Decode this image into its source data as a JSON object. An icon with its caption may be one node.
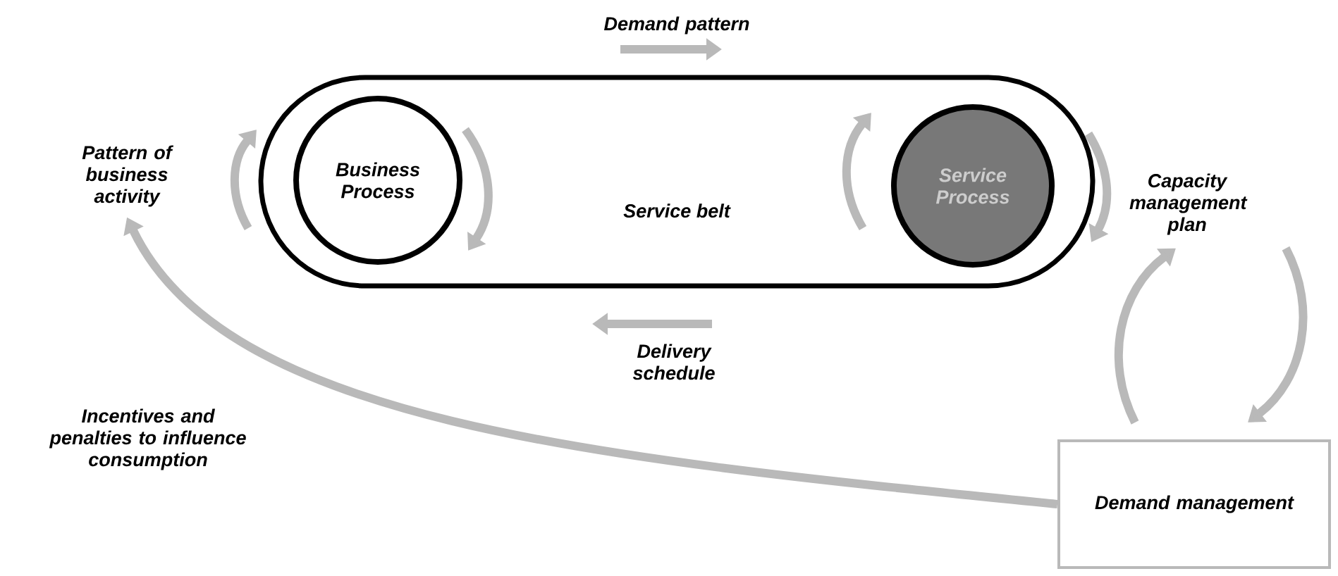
{
  "diagram": {
    "nodes": [
      {
        "text": [
          "Service belt"
        ]
      },
      {
        "text": [
          "Business Process"
        ],
        "in": 0
      },
      {
        "text": [
          "Service Process"
        ],
        "in": 0
      },
      {
        "text": [
          "Pattern of business activity"
        ]
      },
      {
        "text": [
          "Capacity management plan"
        ]
      },
      {
        "text": [
          "Demand management"
        ]
      }
    ],
    "edges": [
      {
        "from": 5,
        "to": 3,
        "arrow": "to",
        "label": "Incentives and penalties to influence consumption"
      },
      {
        "from": 5,
        "to": 4,
        "arrow": "to"
      },
      {
        "from": 4,
        "to": 5,
        "arrow": "to"
      }
    ],
    "labels": [
      "Demand pattern",
      "Delivery schedule"
    ]
  }
}
